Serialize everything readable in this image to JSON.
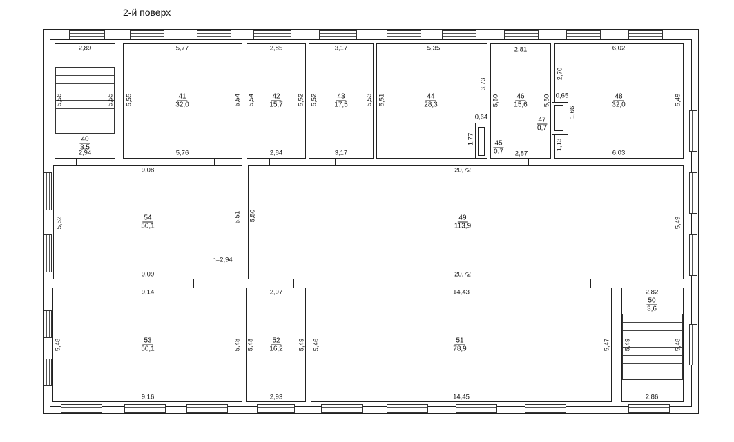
{
  "title": "2-й поверх",
  "height_note": "h=2,94",
  "rooms": {
    "r40": {
      "number": "40",
      "area": "3,5",
      "top": "2,89",
      "bottom": "2,94",
      "left": "5,56",
      "right": "5,55"
    },
    "r41": {
      "number": "41",
      "area": "32,0",
      "top": "5,77",
      "bottom": "5,76",
      "left": "5,55",
      "right": "5,54"
    },
    "r42": {
      "number": "42",
      "area": "15,7",
      "top": "2,85",
      "bottom": "2,84",
      "left": "5,54",
      "right": "5,52"
    },
    "r43": {
      "number": "43",
      "area": "17,5",
      "top": "3,17",
      "bottom": "3,17",
      "left": "5,52",
      "right": "5,53"
    },
    "r44": {
      "number": "44",
      "area": "28,3",
      "top": "5,35",
      "left": "5,51",
      "right": "3,73"
    },
    "r45": {
      "number": "45",
      "area": "0,7",
      "top": "0,64",
      "left": "1,77"
    },
    "r46": {
      "number": "46",
      "area": "15,6",
      "top": "2,81",
      "bottom": "2,87",
      "left": "5,50",
      "right": "5,50"
    },
    "r47": {
      "number": "47",
      "area": "0,7",
      "top": "0,65",
      "right": "1,66"
    },
    "r48": {
      "number": "48",
      "area": "32,0",
      "top": "6,02",
      "bottom": "6,03",
      "left_top": "2,70",
      "left_bottom": "1,13",
      "right": "5,49"
    },
    "r54": {
      "number": "54",
      "area": "50,1",
      "top": "9,08",
      "bottom": "9,09",
      "left": "5,52",
      "right": "5,51"
    },
    "r49": {
      "number": "49",
      "area": "113,9",
      "top": "20,72",
      "bottom": "20,72",
      "left": "5,50",
      "right": "5,49"
    },
    "r53": {
      "number": "53",
      "area": "50,1",
      "top": "9,14",
      "bottom": "9,16",
      "left": "5,48",
      "right": "5,48"
    },
    "r52": {
      "number": "52",
      "area": "16,2",
      "top": "2,97",
      "bottom": "2,93",
      "left": "5,48",
      "right": "5,49"
    },
    "r51": {
      "number": "51",
      "area": "78,9",
      "top": "14,43",
      "bottom": "14,45",
      "left": "5,46",
      "right": "5,47"
    },
    "r50": {
      "number": "50",
      "area": "3,6",
      "top": "2,82",
      "bottom": "2,86",
      "left": "5,49",
      "right": "5,48"
    }
  }
}
